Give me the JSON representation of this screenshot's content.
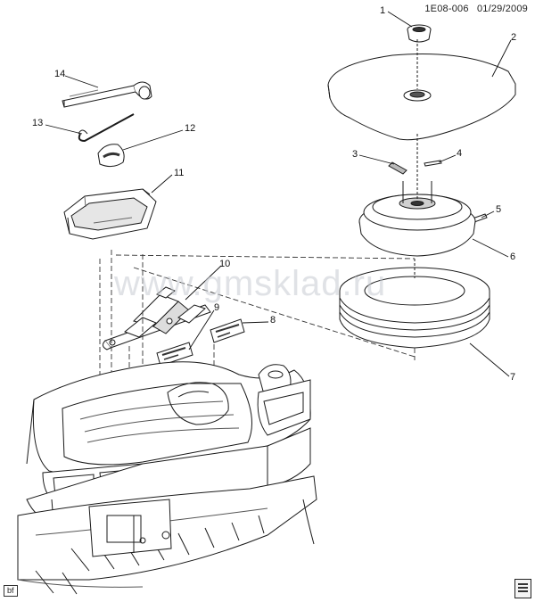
{
  "header": {
    "code": "1E08-006",
    "date": "01/29/2009"
  },
  "watermark": "www.gmsklad.ru",
  "corner_tag": "bf",
  "callouts": {
    "c1": "1",
    "c2": "2",
    "c3": "3",
    "c4": "4",
    "c5": "5",
    "c6": "6",
    "c7": "7",
    "c8": "8",
    "c9": "9",
    "c10": "10",
    "c11": "11",
    "c12": "12",
    "c13": "13",
    "c14": "14"
  },
  "colors": {
    "line": "#1a1a1a",
    "fill": "#ffffff",
    "shade": "#d8d8d8"
  }
}
